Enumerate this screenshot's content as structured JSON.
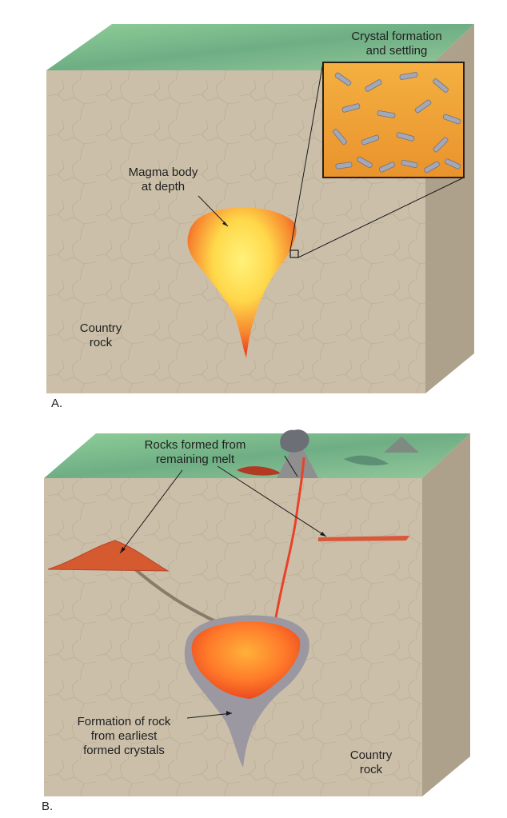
{
  "panels": [
    {
      "letter": "A.",
      "labels": {
        "inset": [
          "Crystal formation",
          "and settling"
        ],
        "magma": [
          "Magma body",
          "at depth"
        ],
        "country": [
          "Country",
          "rock"
        ]
      }
    },
    {
      "letter": "B.",
      "labels": {
        "melt": [
          "Rocks formed from",
          "remaining melt"
        ],
        "earliest": [
          "Formation of rock",
          "from earliest",
          "formed crystals"
        ],
        "country": [
          "Country",
          "rock"
        ]
      }
    }
  ],
  "colors": {
    "rock_front": "#c9bda7",
    "rock_side": "#aea28c",
    "surface": "#7fbf8e",
    "magma_core": "#ffe15a",
    "magma_edge": "#f0501e",
    "crystal_rock": "#9a9aa4",
    "inset_bg": "#f1a838"
  }
}
